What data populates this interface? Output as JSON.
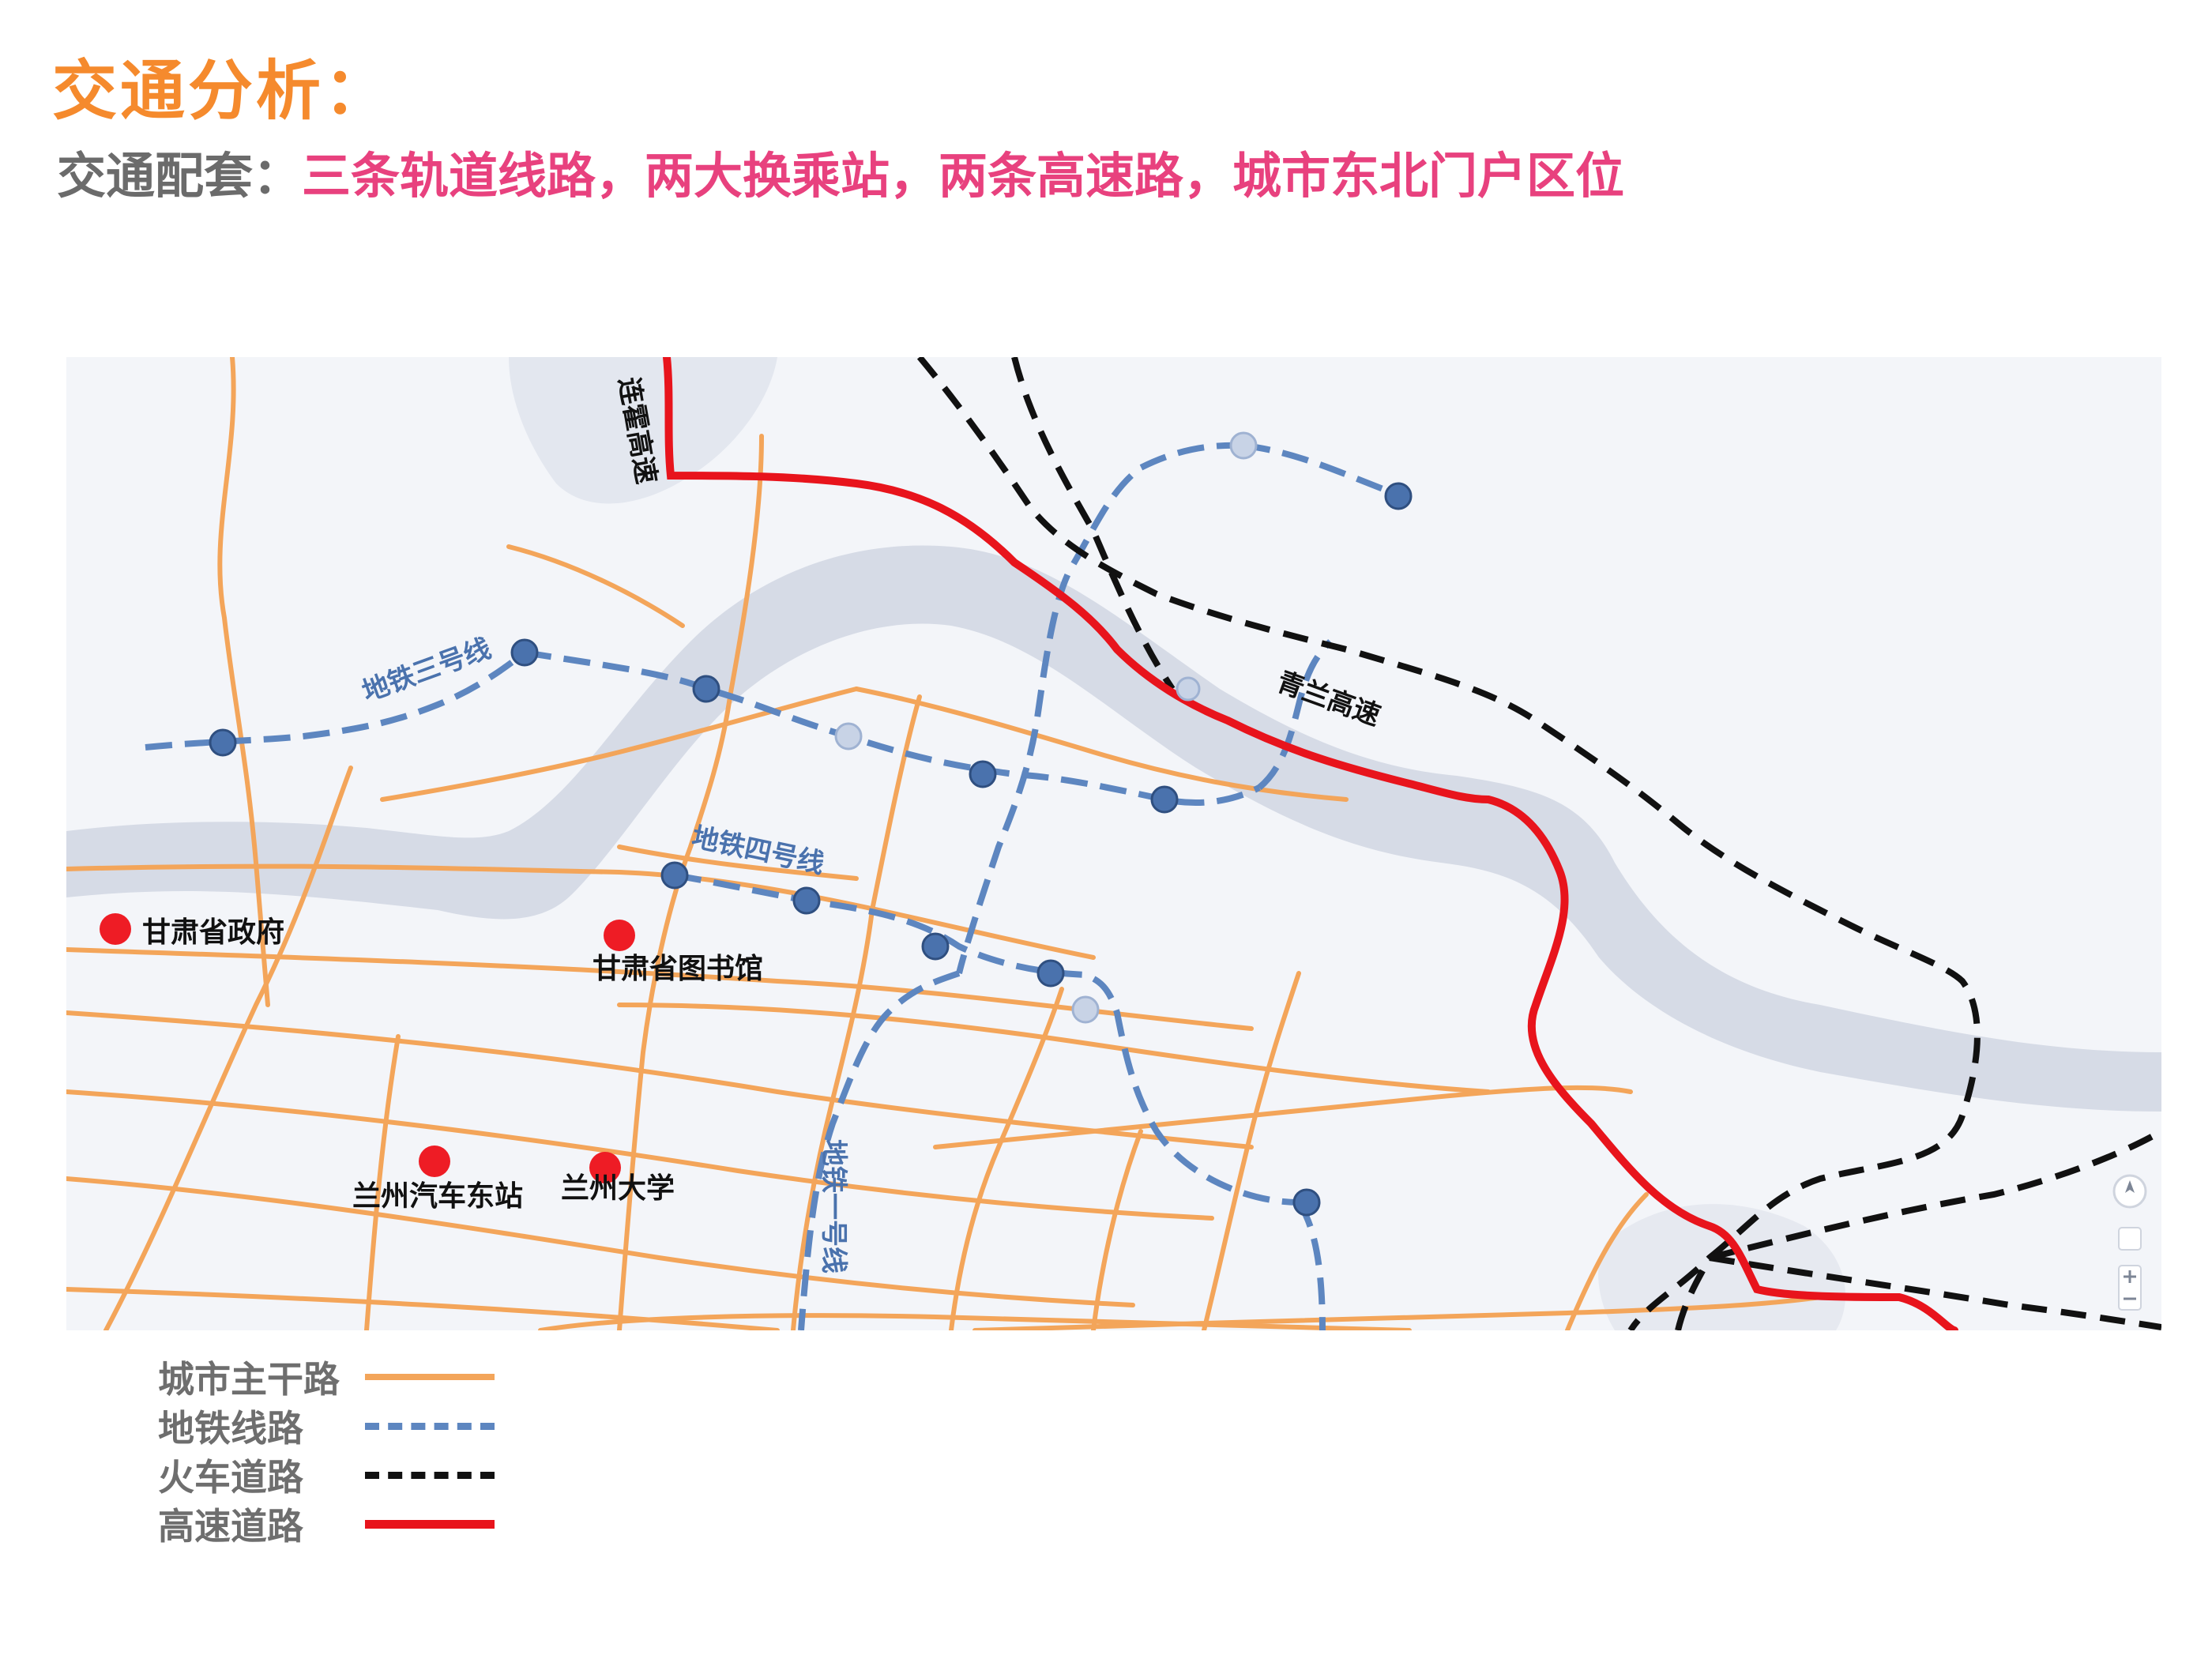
{
  "header": {
    "title": "交通分析：",
    "subtitle_lead": "交通配套：",
    "subtitle_highlight": "三条轨道线路，两大换乘站，两条高速路，城市东北门户区位"
  },
  "map": {
    "line_labels": {
      "metro3": "地铁三号线",
      "metro4": "地铁四号线",
      "metro_n": "地铁一号线"
    },
    "highway_labels": {
      "lianhuo": "连霍高速",
      "qinglan": "青兰高速"
    },
    "pois": [
      {
        "name": "甘肃省政府"
      },
      {
        "name": "甘肃省图书馆"
      },
      {
        "name": "兰州汽车东站"
      },
      {
        "name": "兰州大学"
      }
    ],
    "colors": {
      "road": "#f3a55a",
      "metro": "#5d86c0",
      "rail": "#111111",
      "highway": "#e8141c",
      "river": "#d8dde8",
      "poi": "#ee1c25"
    }
  },
  "legend": {
    "items": [
      {
        "label": "城市主干路",
        "type": "road"
      },
      {
        "label": "地铁线路",
        "type": "metro"
      },
      {
        "label": "火车道路",
        "type": "rail"
      },
      {
        "label": "高速道路",
        "type": "highway"
      }
    ]
  }
}
